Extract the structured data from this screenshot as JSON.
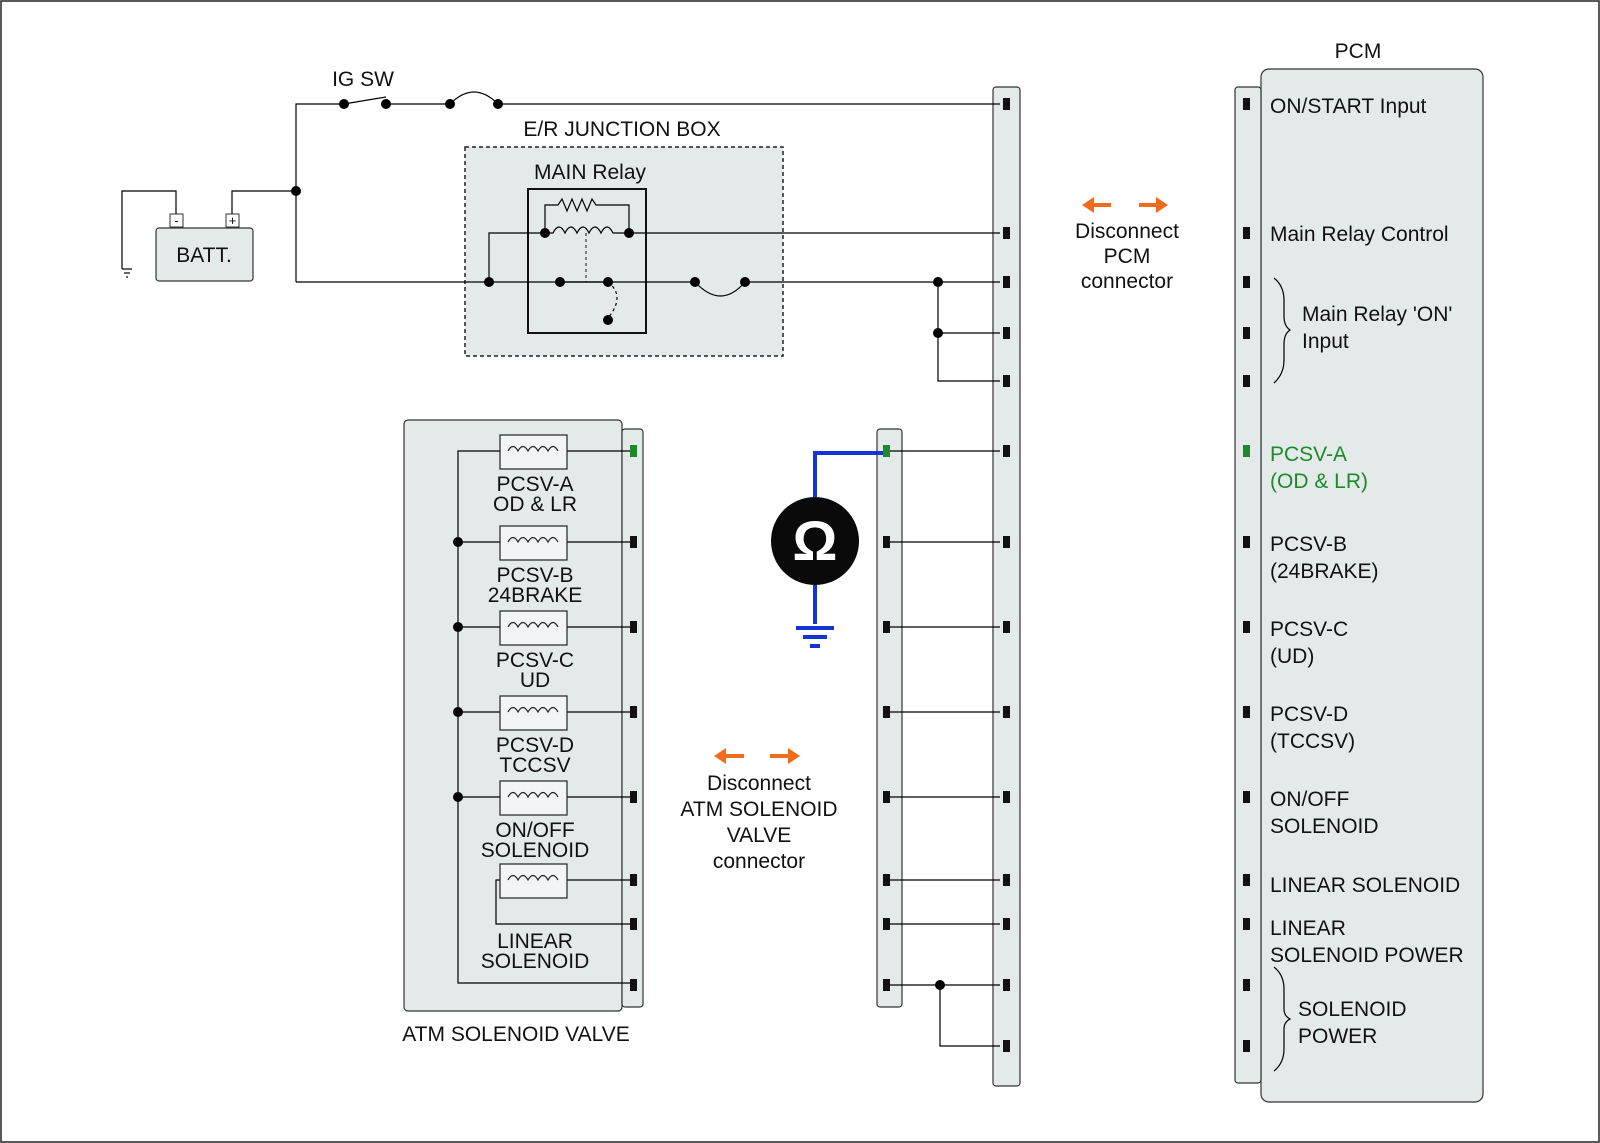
{
  "colors": {
    "highlight_pin": "#1c8a28",
    "highlight_text": "#1c8a28",
    "meter_lead": "#1434d6",
    "arrow": "#f26a1b",
    "panel_fill": "#e4eaea"
  },
  "labels": {
    "ig_sw": "IG SW",
    "junction_box": "E/R JUNCTION BOX",
    "main_relay": "MAIN Relay",
    "battery": "BATT.",
    "battery_neg": "-",
    "battery_pos": "+",
    "pcm_title": "PCM",
    "atm_title": "ATM SOLENOID VALVE",
    "ohm_symbol": "Ω"
  },
  "pcm_pins": [
    {
      "lines": [
        "ON/START Input"
      ]
    },
    {
      "lines": [
        "Main Relay Control"
      ]
    },
    {
      "lines": [
        "Main Relay 'ON'",
        "Input"
      ]
    },
    {
      "lines": [
        "PCSV-A",
        "(OD & LR)"
      ],
      "highlight": true
    },
    {
      "lines": [
        "PCSV-B",
        "(24BRAKE)"
      ]
    },
    {
      "lines": [
        "PCSV-C",
        "(UD)"
      ]
    },
    {
      "lines": [
        "PCSV-D",
        "(TCCSV)"
      ]
    },
    {
      "lines": [
        "ON/OFF",
        "SOLENOID"
      ]
    },
    {
      "lines": [
        "LINEAR SOLENOID"
      ]
    },
    {
      "lines": [
        "LINEAR",
        "SOLENOID POWER"
      ]
    },
    {
      "lines": [
        "SOLENOID",
        "POWER"
      ]
    }
  ],
  "solenoids": [
    {
      "lines": [
        "PCSV-A",
        "OD & LR"
      ]
    },
    {
      "lines": [
        "PCSV-B",
        "24BRAKE"
      ]
    },
    {
      "lines": [
        "PCSV-C",
        "UD"
      ]
    },
    {
      "lines": [
        "PCSV-D",
        "TCCSV"
      ]
    },
    {
      "lines": [
        "ON/OFF",
        "SOLENOID"
      ]
    },
    {
      "lines": [
        "LINEAR",
        "SOLENOID"
      ]
    }
  ],
  "annotations": {
    "pcm_disconnect": [
      "Disconnect",
      "PCM",
      "connector"
    ],
    "atm_disconnect": [
      "Disconnect",
      "ATM SOLENOID",
      "VALVE",
      "connector"
    ]
  }
}
